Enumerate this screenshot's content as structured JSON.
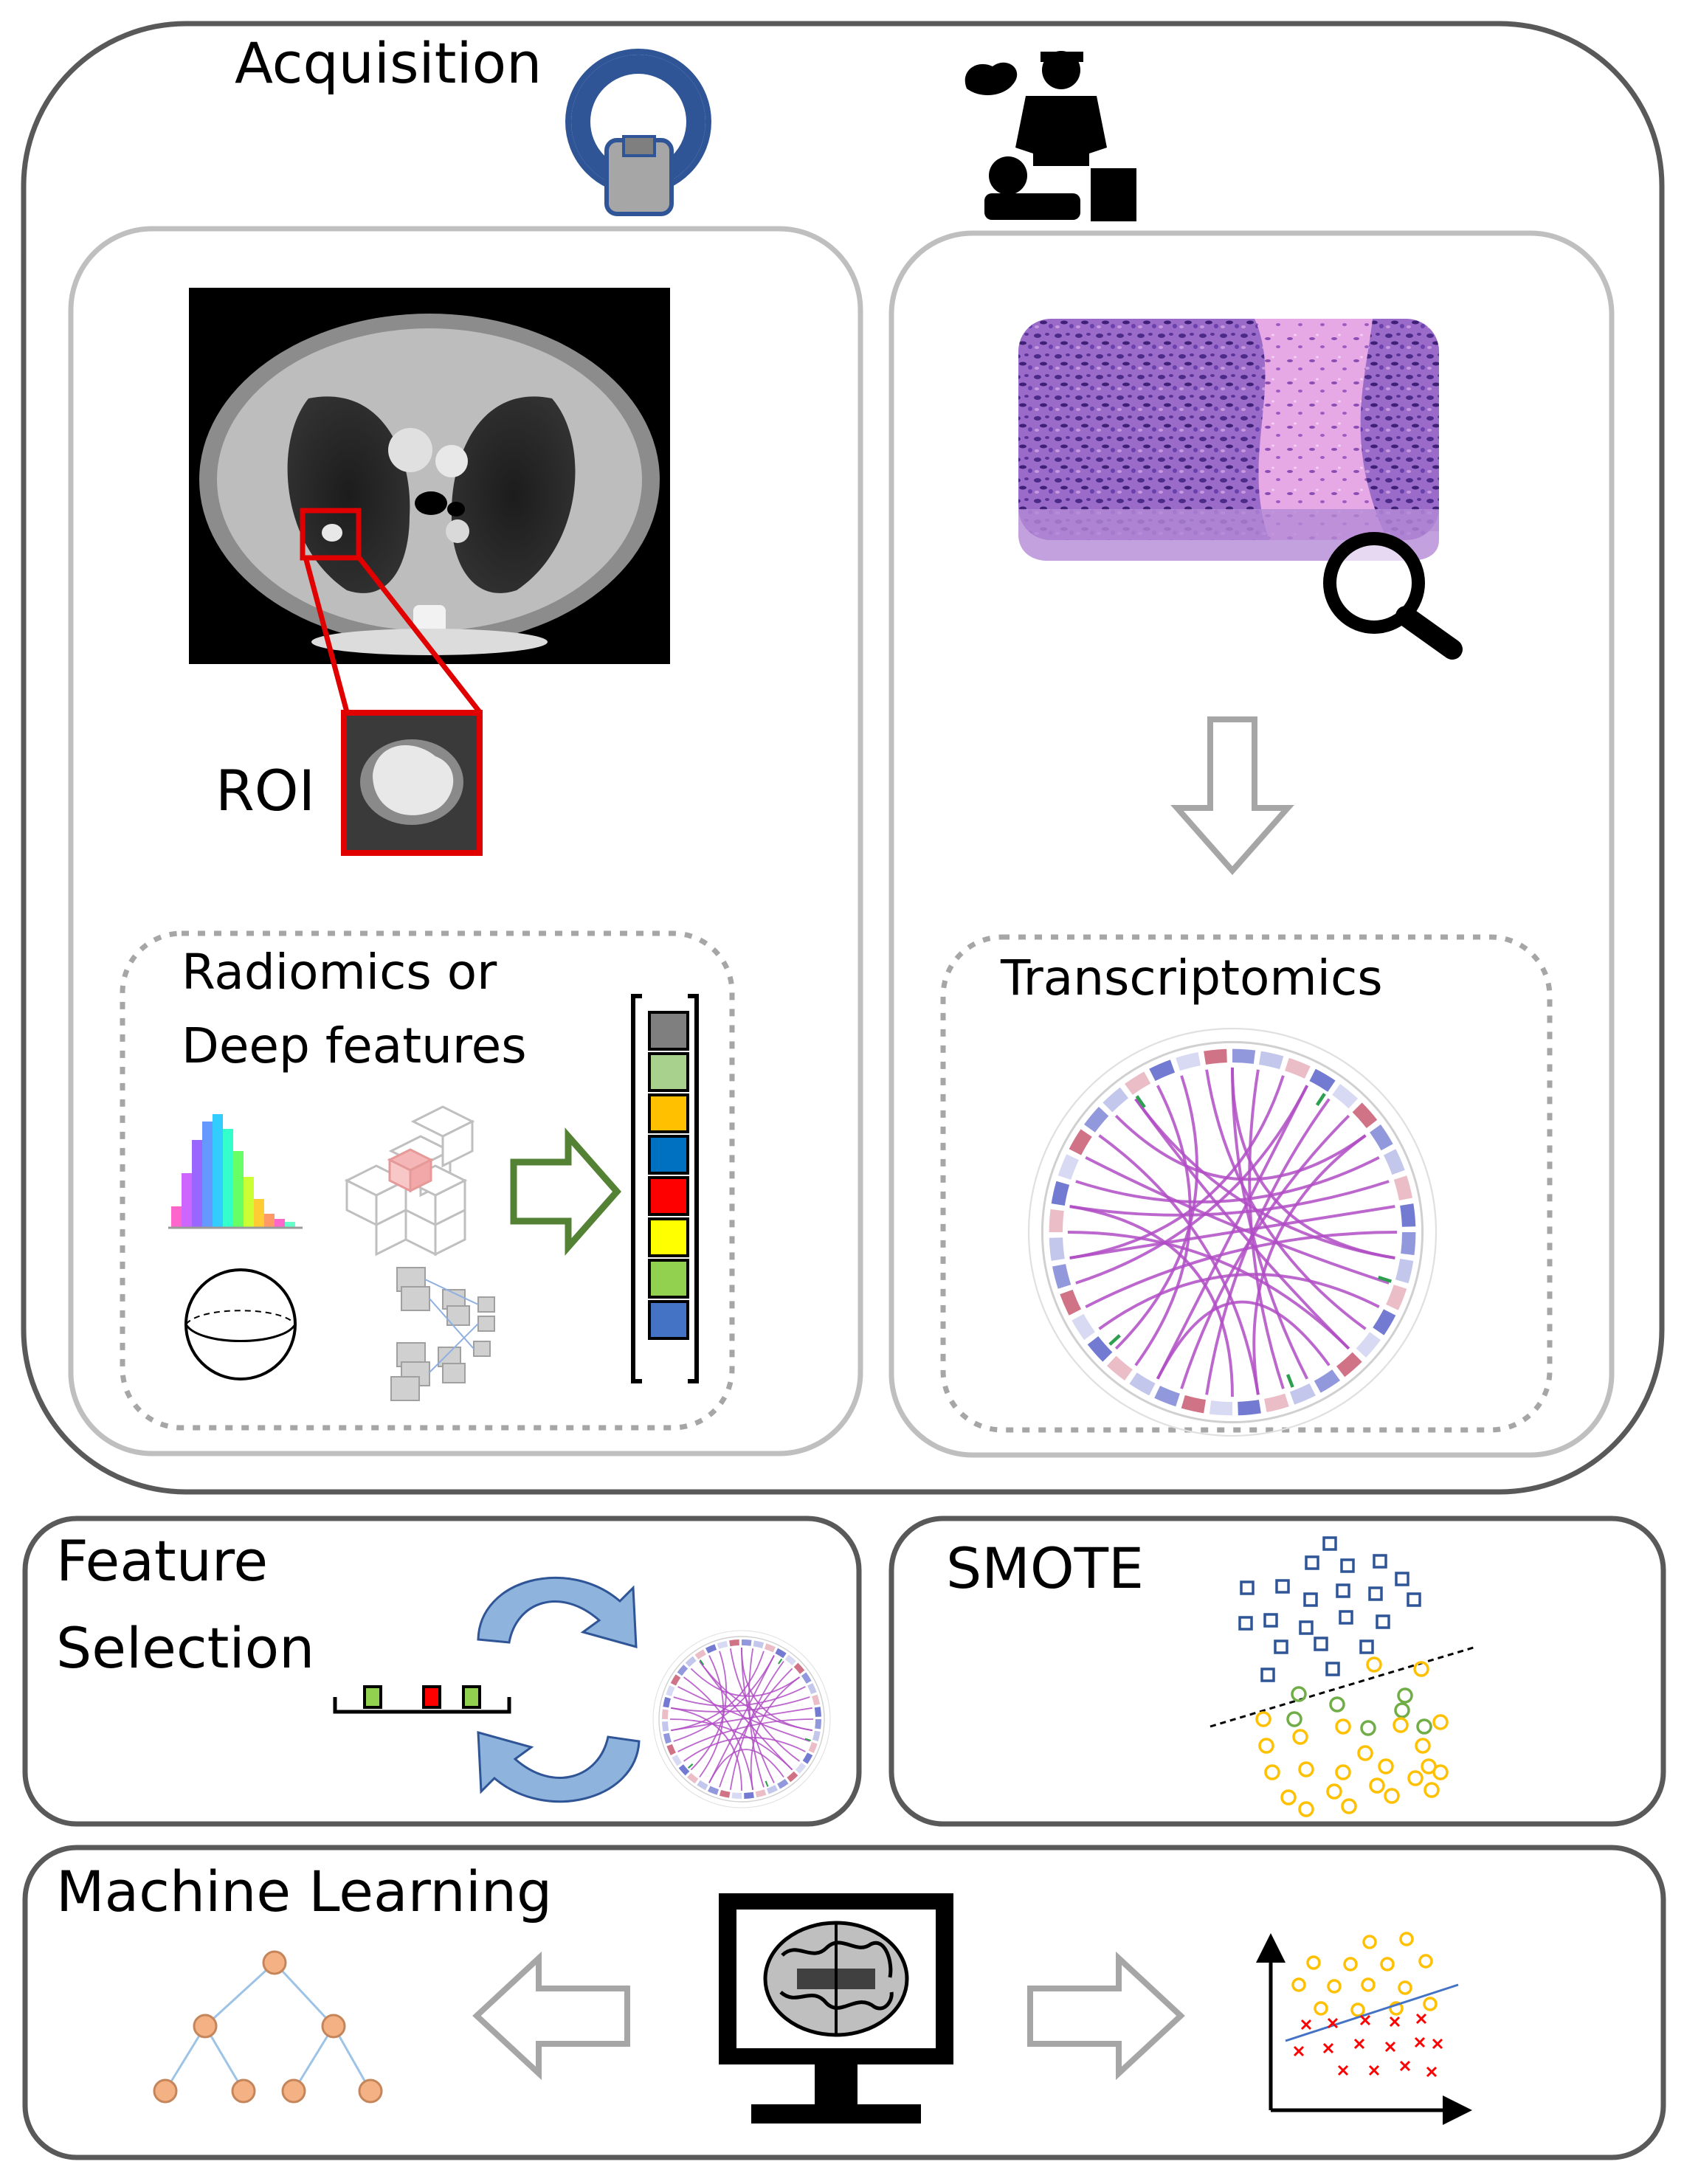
{
  "acquisition": {
    "title": "Acquisition"
  },
  "imaging": {
    "roi_label": "ROI",
    "features_label_line1": "Radiomics or",
    "features_label_line2": "Deep features",
    "feature_vector_colors": [
      "#7f7f7f",
      "#a9d18e",
      "#ffc000",
      "#0070c0",
      "#ff0000",
      "#ffff00",
      "#92d050",
      "#4472c4"
    ],
    "arrow_color": "#548235"
  },
  "pathology": {
    "transcriptomics_label": "Transcriptomics"
  },
  "feature_selection": {
    "label_line1": "Feature",
    "label_line2": "Selection",
    "selected_colors": [
      "#92d050",
      "#ff0000",
      "#92d050"
    ]
  },
  "smote": {
    "label": "SMOTE",
    "majority_color": "#2f5597",
    "minority_color": "#ffc000",
    "synthetic_color": "#70ad47"
  },
  "machine_learning": {
    "label": "Machine Learning",
    "tree_node_color": "#f4b183",
    "class_a_color": "#ffc000",
    "class_b_color": "#ff0000",
    "boundary_color": "#4472c4"
  }
}
